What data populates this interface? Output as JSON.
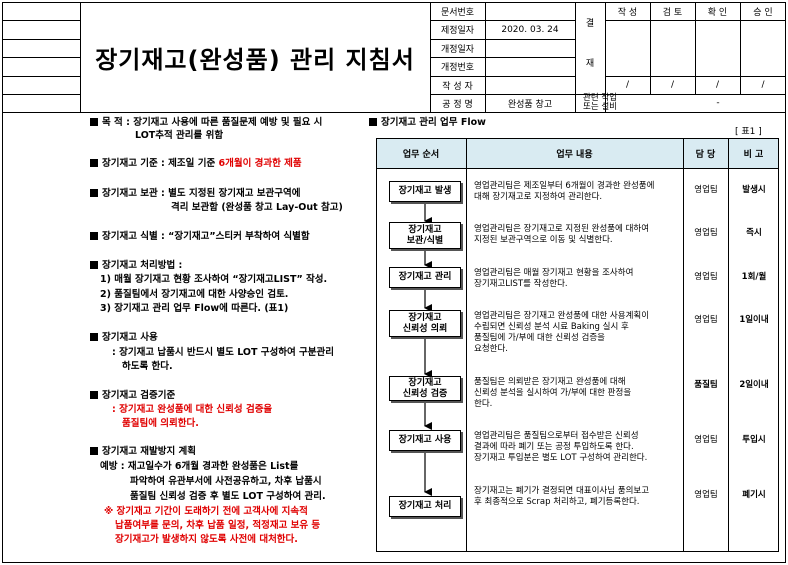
{
  "header": {
    "doc_title": "장기재고(완성품) 관리 지침서",
    "labels": [
      "문서번호",
      "제정일자",
      "개정일자",
      "개정번호",
      "작 성 자",
      "공 정 명"
    ],
    "values": {
      "doc_no": "",
      "est_date": "2020. 03. 24",
      "rev_date": "",
      "rev_no": "",
      "author": "",
      "process": "완성품 창고"
    },
    "approval_label_top": "결",
    "approval_label_bottom": "재",
    "approval_cols": [
      "작 성",
      "검 토",
      "확 인",
      "승 인"
    ],
    "approval_slashes": [
      "/",
      "/",
      "/",
      "/"
    ],
    "related_label": "관련 작업\n또는 설비",
    "related_value": "-"
  },
  "left": {
    "purpose": {
      "label": "목 적 : ",
      "line1": "장기재고 사용에 따른 품질문제 예방 및 필요 시",
      "line2": "LOT추적 관리를 위함"
    },
    "criteria": {
      "label": "장기재고 기준 : ",
      "text": "제조일 기준 ",
      "red": "6개월이 경과한 제품"
    },
    "storage": {
      "label": "장기재고 보관 : ",
      "line1": "별도 지정된 장기재고 보관구역에",
      "line2": "격리 보관함 (완성품 창고 Lay-Out 참고)"
    },
    "identify": {
      "label": "장기재고 식별 : ",
      "text": "“장기재고”스티커 부착하여 식별함"
    },
    "method": {
      "label": "장기재고 처리방법 :",
      "items": [
        "1) 매월 장기재고 현황 조사하여 “장기재고LIST” 작성.",
        "2) 품질팀에서 장기재고에  대한 사양승인 검토.",
        "3) 장기재고 관리 업무 Flow에 따른다. (표1)"
      ]
    },
    "usage": {
      "label": "장기재고 사용",
      "line1": ": 장기재고 납품시 반드시 별도 LOT 구성하여 구분관리",
      "line2": "하도록 한다."
    },
    "verify": {
      "label": "장기재고 검증기준",
      "line1": ": 장기재고 완성품에 대한 신뢰성 검증을",
      "line2": "품질팀에 의뢰한다."
    },
    "prevent": {
      "label": "장기재고 재발방지 계획",
      "line1": "예방 : 재고일수가 6개월 경과한 완성품은 List를",
      "line2": "파악하여 유관부서에 사전공유하고, 차후 납품시",
      "line3": "품질팀 신뢰성 검증 후 별도 LOT 구성하여 관리.",
      "red1": "※ 장기재고 기간이 도래하기 전에 고객사에 지속적",
      "red2": "납품여부를 문의, 차후 납품 일정, 적정재고 보유 등",
      "red3": "장기재고가 발생하지 않도록 사전에 대처한다."
    }
  },
  "flow": {
    "title": "장기재고 관리 업무 Flow",
    "table_no": "[ 표1 ]",
    "headers": [
      "업무 순서",
      "업무 내용",
      "담 당",
      "비 고"
    ],
    "rows": [
      {
        "step": "장기재고 발생",
        "desc": [
          "영업관리팀은 제조일부터 6개월이 경과한 완성품에",
          "대해 장기재고로 지정하여 관리한다."
        ],
        "dept": "영업팀",
        "remark": "발생시"
      },
      {
        "step": "장기재고\n보관/식별",
        "desc": [
          "영업관리팀은 장기재고로 지정된 완성품에 대하여",
          "지정된 보관구역으로 이동 및 식별한다."
        ],
        "dept": "영업팀",
        "remark": "즉시"
      },
      {
        "step": "장기재고 관리",
        "desc": [
          "영업관리팀은 매월 장기재고 현황을 조사하여",
          "장기재고LIST를 작성한다."
        ],
        "dept": "영업팀",
        "remark": "1회/월"
      },
      {
        "step": "장기재고\n신뢰성 의뢰",
        "desc": [
          "영업관리팀은 장기재고 완성품에 대한 사용계획이",
          "수립되면 신뢰성 분석 시료 Baking 실시 후",
          "품질팀에 가/부에 대한 신뢰성 검증을",
          "요청한다."
        ],
        "dept": "영업팀",
        "remark": "1일이내"
      },
      {
        "step": "장기재고\n신뢰성 검증",
        "desc": [
          "품질팀은 의뢰받은 장기재고 완성품에 대해",
          "신뢰성 분석을 실시하여 가/부에 대한 판정을",
          "한다."
        ],
        "dept": "품질팀",
        "remark": "2일이내"
      },
      {
        "step": "장기재고 사용",
        "desc": [
          " 영업관리팀은 품질팀으로부터 접수받은 신뢰성",
          "결과에 따라 폐기 또는 공정 투입하도록 한다.",
          "장기재고 투입분은 별도 LOT 구성하여 관리한다."
        ],
        "dept": "영업팀",
        "remark": "투입시"
      },
      {
        "step": "장기재고 처리",
        "desc": [
          "장기재고는 폐기가 결정되면 대표이사님 품의보고",
          "후 최종적으로 Scrap 처리하고, 폐기등록한다."
        ],
        "dept": "영업팀",
        "remark": "폐기시"
      }
    ]
  }
}
